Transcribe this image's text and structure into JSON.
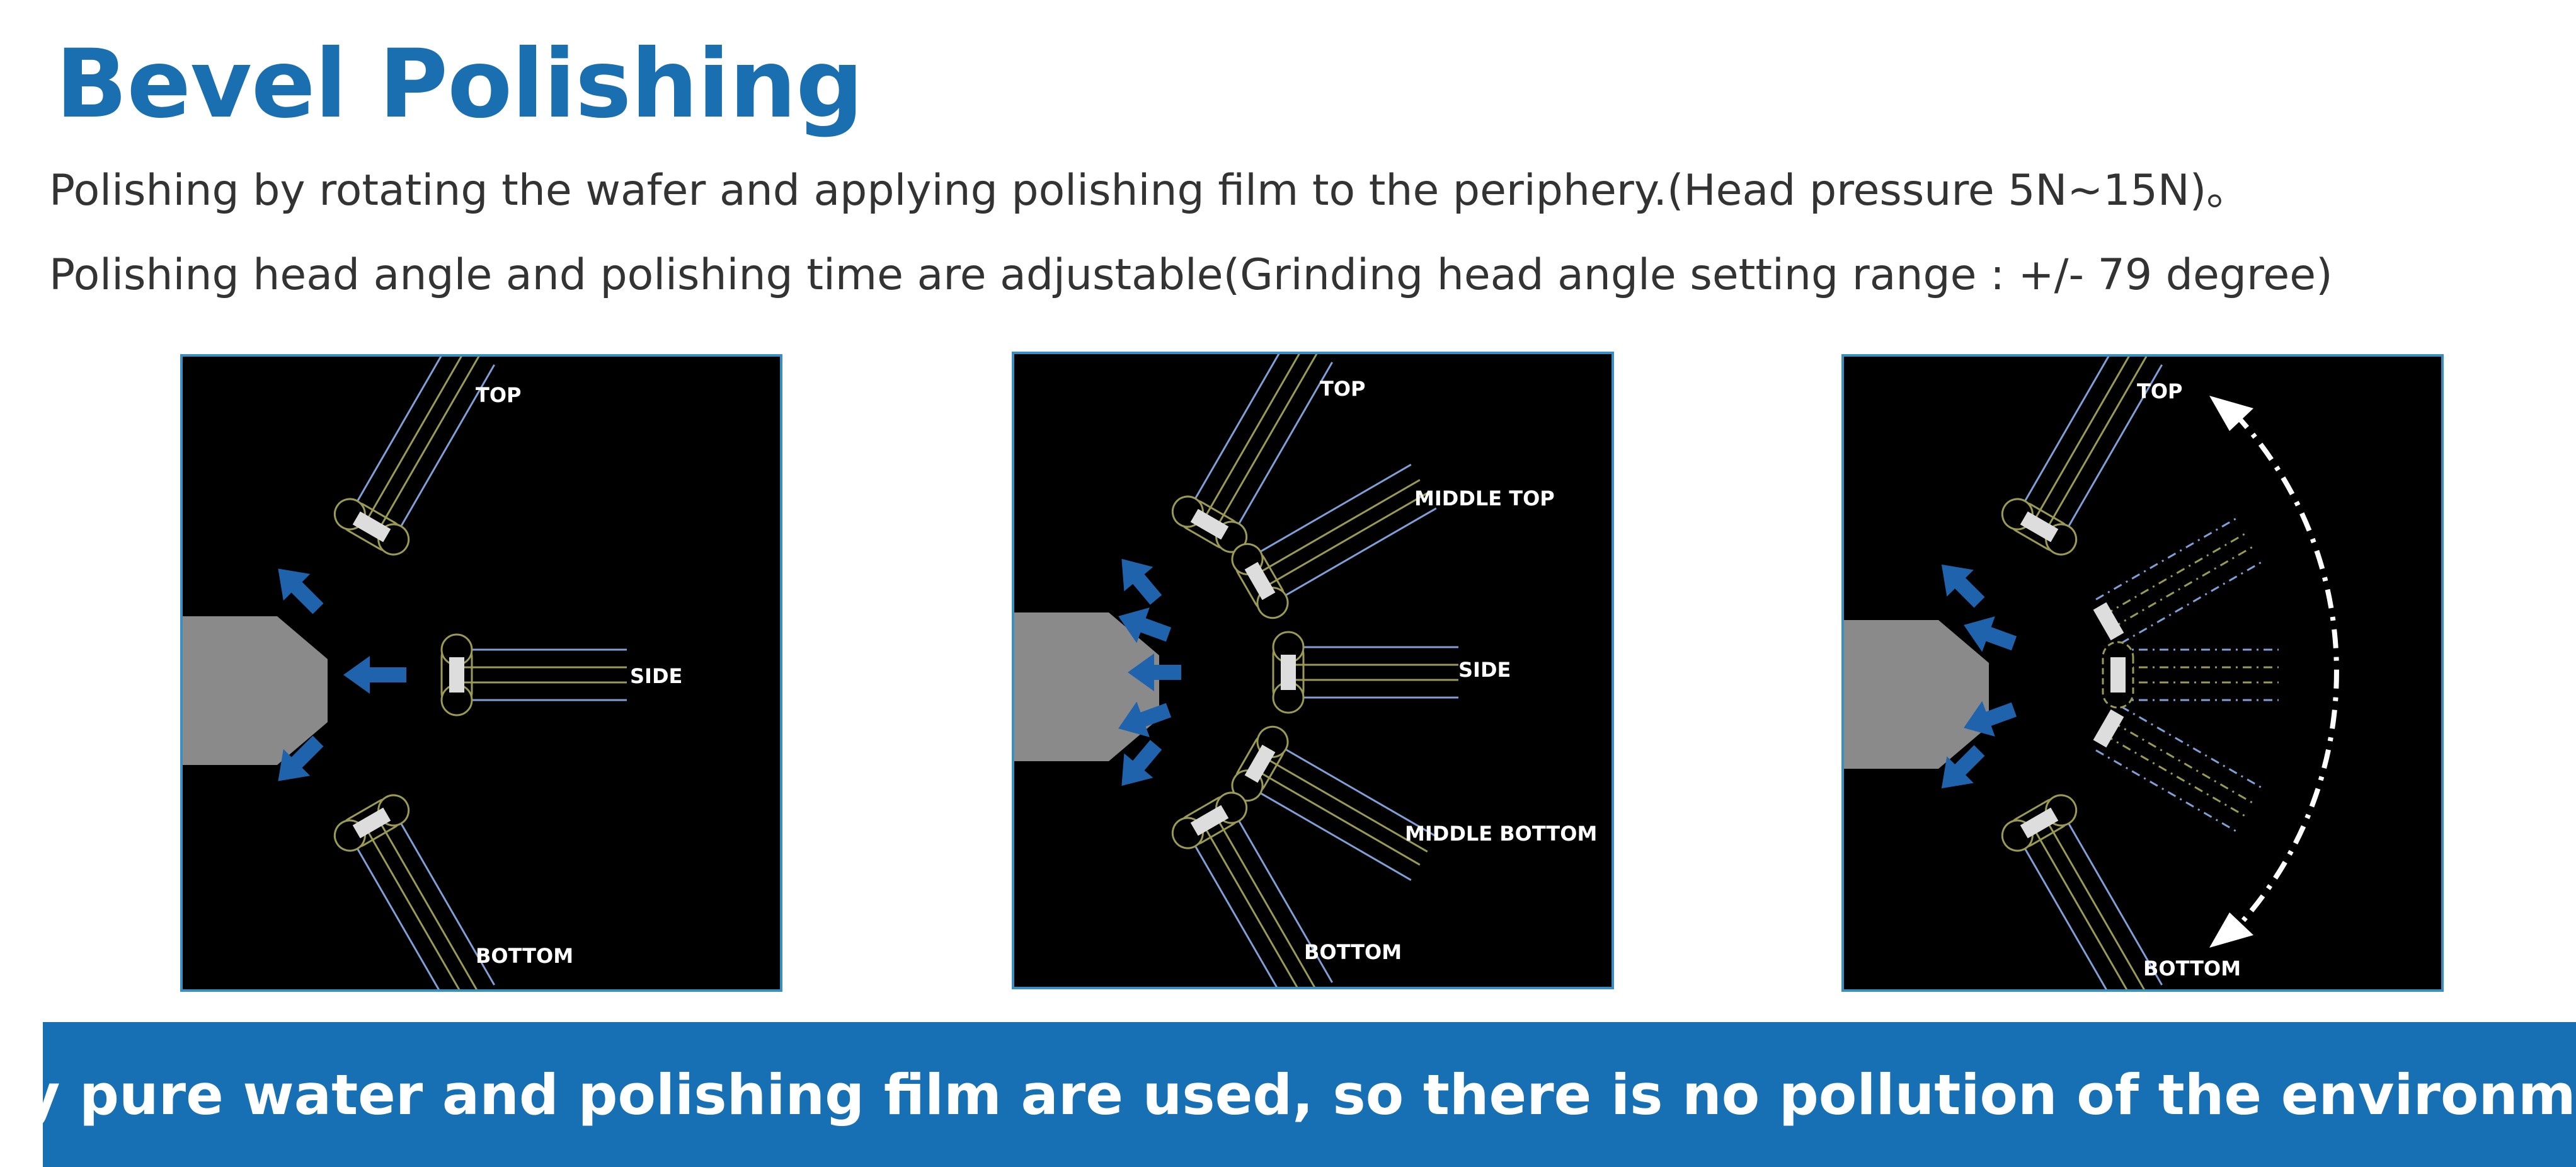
{
  "title": "Bevel Polishing",
  "description": [
    "Polishing by rotating the wafer and applying polishing film to the periphery.(Head pressure 5N~15N)。",
    "Polishing head angle and polishing time are adjustable(Grinding head angle setting range : +/- 79 degree)"
  ],
  "panels": [
    {
      "labels": {
        "top": "TOP",
        "side": "SIDE",
        "bottom": "BOTTOM"
      }
    },
    {
      "labels": {
        "top": "TOP",
        "middle_top": "MIDDLE TOP",
        "side": "SIDE",
        "middle_bottom": "MIDDLE BOTTOM",
        "bottom": "BOTTOM"
      }
    },
    {
      "labels": {
        "top": "TOP",
        "bottom": "BOTTOM"
      }
    }
  ],
  "banner": "Only pure water and polishing film are used, so there is no pollution of the environment.",
  "colors": {
    "title": "#1a6fb0",
    "banner_bg": "#1770b4",
    "panel_bg": "#000000",
    "panel_border": "#3a8fc0",
    "arrow": "#1f63ad",
    "wafer": "#8a8a8a",
    "film_blue": "#7f9fd6",
    "film_olive": "#9a9a55"
  }
}
